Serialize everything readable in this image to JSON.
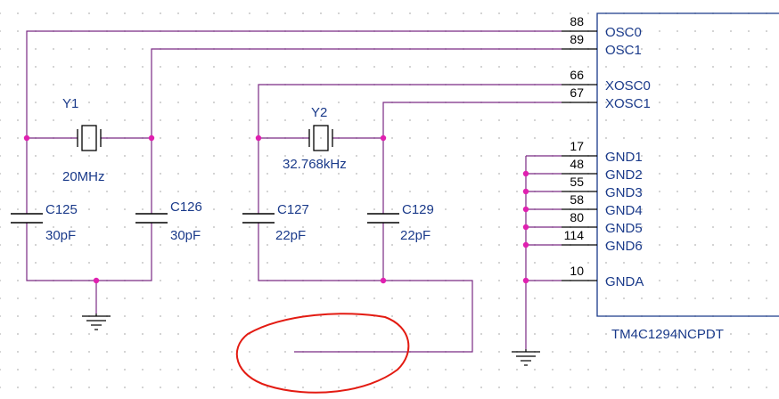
{
  "colors": {
    "wire": "#7a2a84",
    "component": "#1a3a8a",
    "junction": "#e020b0",
    "annotation": "#e31b12"
  },
  "icons": [
    "crystal-icon",
    "capacitor-icon",
    "ground-icon"
  ],
  "crystals": [
    {
      "ref": "Y1",
      "value": "20MHz"
    },
    {
      "ref": "Y2",
      "value": "32.768kHz"
    }
  ],
  "capacitors": [
    {
      "ref": "C125",
      "value": "30pF"
    },
    {
      "ref": "C126",
      "value": "30pF"
    },
    {
      "ref": "C127",
      "value": "22pF"
    },
    {
      "ref": "C129",
      "value": "22pF"
    }
  ],
  "ic": {
    "part": "TM4C1294NCPDT",
    "pins": [
      {
        "number": "88",
        "name": "OSC0"
      },
      {
        "number": "89",
        "name": "OSC1"
      },
      {
        "number": "66",
        "name": "XOSC0"
      },
      {
        "number": "67",
        "name": "XOSC1"
      },
      {
        "number": "17",
        "name": "GND1"
      },
      {
        "number": "48",
        "name": "GND2"
      },
      {
        "number": "55",
        "name": "GND3"
      },
      {
        "number": "58",
        "name": "GND4"
      },
      {
        "number": "80",
        "name": "GND5"
      },
      {
        "number": "114",
        "name": "GND6"
      },
      {
        "number": "10",
        "name": "GNDA"
      }
    ]
  }
}
